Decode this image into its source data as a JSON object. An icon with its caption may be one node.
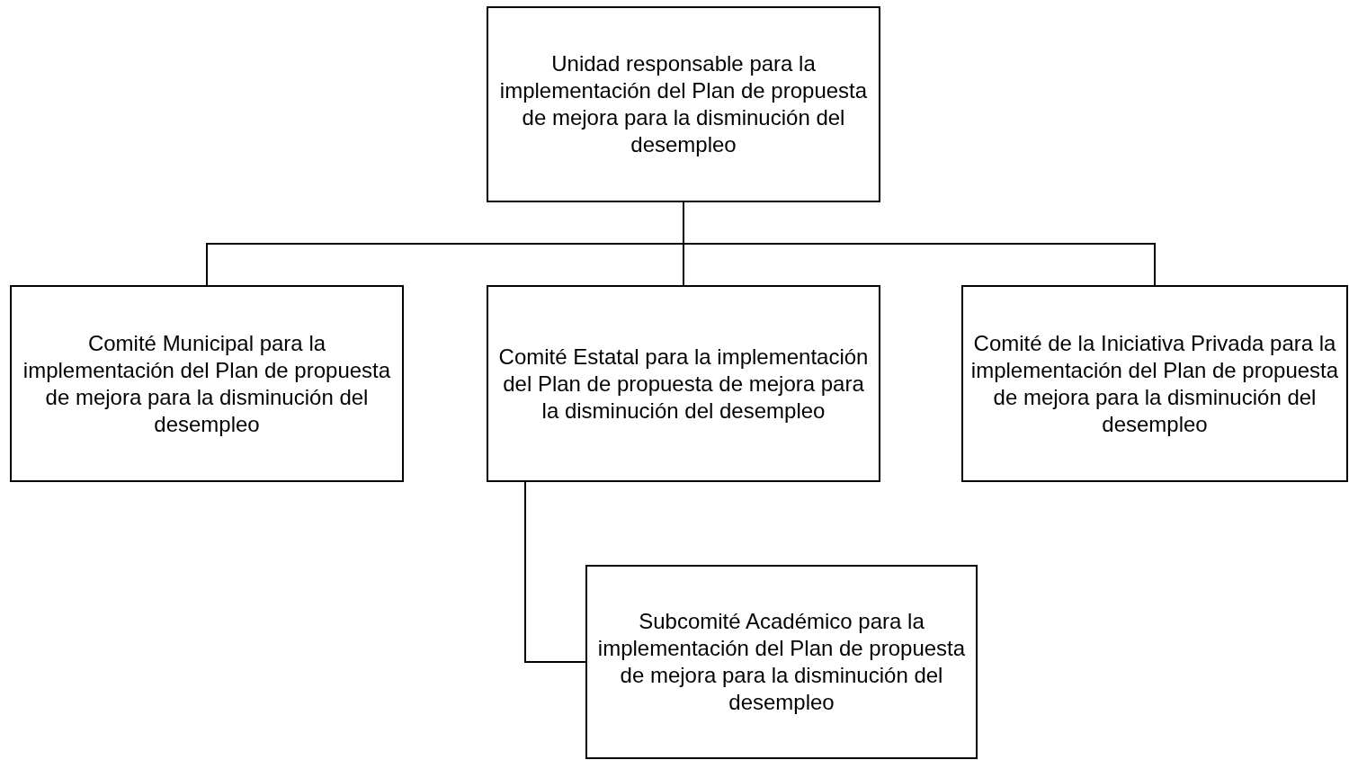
{
  "diagram": {
    "nodes": [
      {
        "text": [
          "Unidad responsable para la implementación del Plan de propuesta de mejora para la disminución del desempleo"
        ]
      },
      {
        "text": [
          "Comité Municipal para la implementación del Plan de propuesta de mejora para la disminución del desempleo"
        ]
      },
      {
        "text": [
          "Comité Estatal para la implementación del Plan de propuesta de mejora para la disminución del desempleo"
        ]
      },
      {
        "text": [
          "Comité de la Iniciativa Privada para la implementación del Plan de propuesta de mejora para la disminución del desempleo"
        ]
      },
      {
        "text": [
          "Subcomité Académico para la implementación del Plan de propuesta de mejora para la disminución del desempleo"
        ]
      }
    ],
    "edges": [
      {
        "from": 0,
        "to": 1,
        "arrow": "none"
      },
      {
        "from": 0,
        "to": 2,
        "arrow": "none"
      },
      {
        "from": 0,
        "to": 3,
        "arrow": "none"
      },
      {
        "from": 2,
        "to": 4,
        "arrow": "none"
      }
    ]
  }
}
